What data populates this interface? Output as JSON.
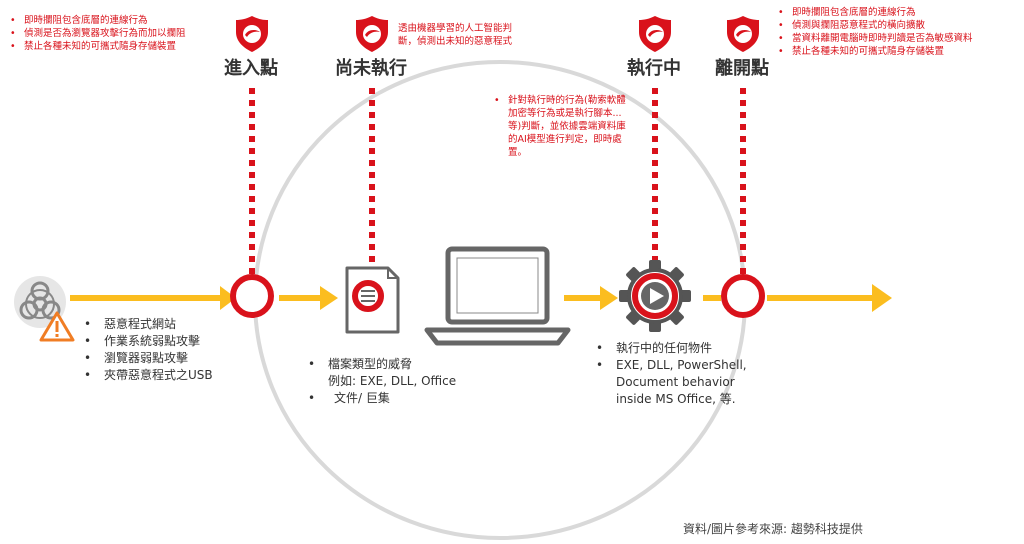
{
  "entry": {
    "stage": "進入點",
    "red_notes": [
      "即時攔阻包含底層的連線行為",
      "偵測是否為瀏覽器攻擊行為而加以攔阻",
      "禁止各種未知的可攜式隨身存儲裝置"
    ],
    "sources": [
      "惡意程式網站",
      "作業系統弱點攻擊",
      "瀏覽器弱點攻擊",
      "夾帶惡意程式之USB"
    ]
  },
  "pre_exec": {
    "stage": "尚未執行",
    "red_note_lines": [
      "透由機器學習的人工智能判",
      "斷，偵測出未知的惡意程式"
    ],
    "bullet1_line1": "檔案類型的威脅",
    "bullet1_line2": "例如: EXE, DLL, Office",
    "bullet2": "文件/ 巨集"
  },
  "runtime": {
    "stage": "執行中",
    "red_note_lines": [
      "針對執行時的行為(勒索軟體",
      "加密等行為或是執行腳本...",
      "等)判斷，並依據雲端資料庫",
      "的AI模型進行判定，即時處",
      "置。"
    ],
    "bullet1": "執行中的任何物件",
    "detail_lines": [
      "EXE, DLL, PowerShell,",
      "Document behavior",
      "inside MS Office, 等."
    ]
  },
  "exit": {
    "stage": "離開點",
    "red_notes": [
      "即時攔阻包含底層的連線行為",
      "偵測與攔阻惡意程式的橫向擴散",
      "當資料離開電腦時即時判讀是否為敏感資料",
      "禁止各種未知的可攜式隨身存儲裝置"
    ]
  },
  "source_note": "資料/圖片參考來源: 趨勢科技提供",
  "icons": {
    "shield": "trend-micro-shield-icon",
    "biohazard": "biohazard-icon",
    "warning": "warning-triangle-icon",
    "document": "document-icon",
    "laptop": "laptop-icon",
    "gear_play": "gear-play-icon"
  },
  "colors": {
    "accent_red": "#d9121b",
    "arrow_yellow": "#fbbd1f",
    "circle_grey": "#d9d9d9",
    "icon_grey": "#666666"
  }
}
